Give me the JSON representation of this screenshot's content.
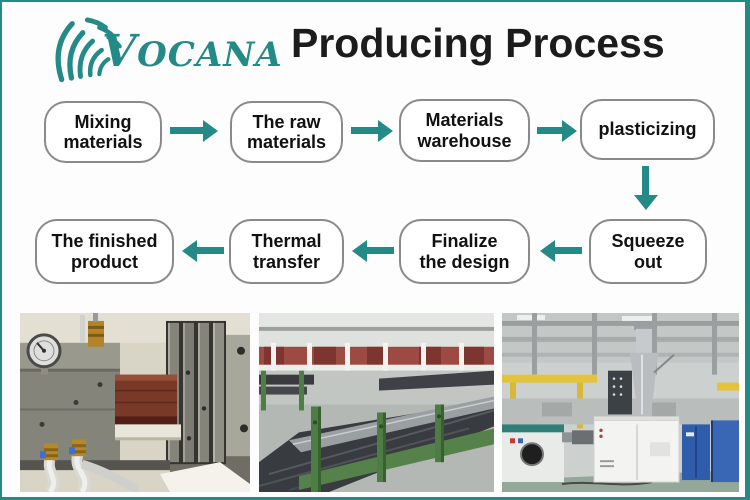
{
  "header": {
    "brand": "VOCANA",
    "title": "Producing Process"
  },
  "flowchart": {
    "steps": [
      {
        "label": "Mixing\nmaterials"
      },
      {
        "label": "The raw\nmaterials"
      },
      {
        "label": "Materials\nwarehouse"
      },
      {
        "label": "plasticizing"
      },
      {
        "label": "Squeeze\nout"
      },
      {
        "label": "Finalize\nthe design"
      },
      {
        "label": "Thermal\ntransfer"
      },
      {
        "label": "The finished\nproduct"
      }
    ]
  },
  "colors": {
    "teal_accent": "#248a87",
    "box_border": "#8a8a8a",
    "title_text": "#1c1c1c"
  }
}
